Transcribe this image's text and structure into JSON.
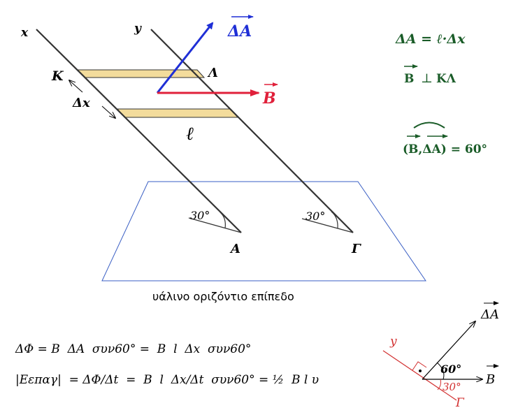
{
  "colors": {
    "rails": "#333333",
    "plane": "#3a5fc4",
    "strip_fill": "#f3dc9c",
    "vector_da": "#1f2fd6",
    "vector_b": "#e0203a",
    "green_text": "#1a5c28",
    "small_diagram_red": "#d23030"
  },
  "labels": {
    "x": "x",
    "y": "y",
    "K": "K",
    "L": "Λ",
    "dx": "Δx",
    "ell": "ℓ",
    "A": "A",
    "G": "Γ",
    "angle_left": "30°",
    "angle_right": "30°",
    "vec_da": "ΔA",
    "vec_b": "B"
  },
  "caption": "υάλινο οριζόντιο επίπεδο",
  "side": {
    "eq1": "ΔA = ℓ·Δx",
    "perp_b": "B",
    "perp_sym": "⊥",
    "perp_kl": "ΚΛ",
    "angle_open": "(",
    "angle_b": "B",
    "angle_comma": ",",
    "angle_da": "ΔA",
    "angle_close": ") = 60°"
  },
  "equations": {
    "line1": "ΔΦ = B  ΔA  συν60° =  B  l  Δx  συν60°",
    "line2": "|Eεπαγ|  = ΔΦ/Δt  =  B  l  Δx/Δt  συν60° = ½  B l υ"
  },
  "small_diagram": {
    "y": "y",
    "da": "ΔA",
    "b": "B",
    "g": "Γ",
    "angle60": "60°",
    "angle30": "30°"
  }
}
